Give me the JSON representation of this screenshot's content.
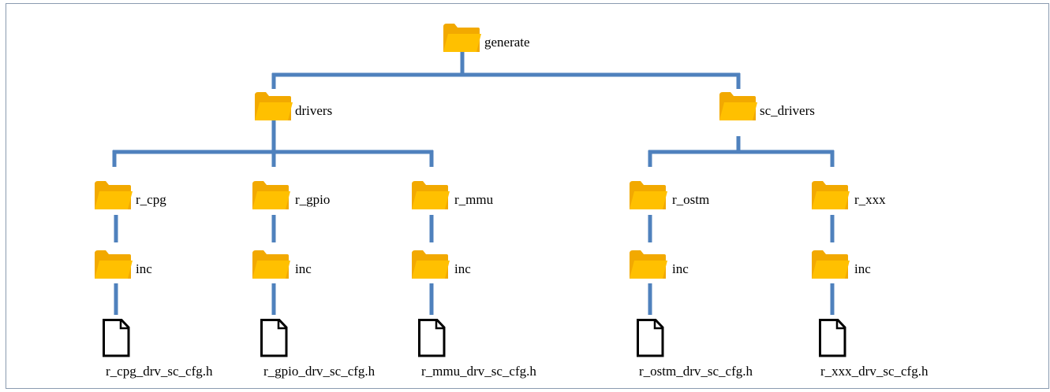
{
  "colors": {
    "connector": "#4f81bd",
    "folder": "#ffc000",
    "folder_dark": "#f2a900",
    "file_outline": "#000000",
    "frame_border": "#8a9bb0"
  },
  "tree": {
    "root": {
      "label": "generate",
      "icon": "folder-icon"
    },
    "drivers": {
      "label": "drivers",
      "icon": "folder-icon"
    },
    "sc_drivers": {
      "label": "sc_drivers",
      "icon": "folder-icon"
    },
    "modules": [
      {
        "label": "r_cpg",
        "sub": "inc",
        "file": "r_cpg_drv_sc_cfg.h"
      },
      {
        "label": "r_gpio",
        "sub": "inc",
        "file": "r_gpio_drv_sc_cfg.h"
      },
      {
        "label": "r_mmu",
        "sub": "inc",
        "file": "r_mmu_drv_sc_cfg.h"
      },
      {
        "label": "r_ostm",
        "sub": "inc",
        "file": "r_ostm_drv_sc_cfg.h"
      },
      {
        "label": "r_xxx",
        "sub": "inc",
        "file": "r_xxx_drv_sc_cfg.h"
      }
    ]
  }
}
